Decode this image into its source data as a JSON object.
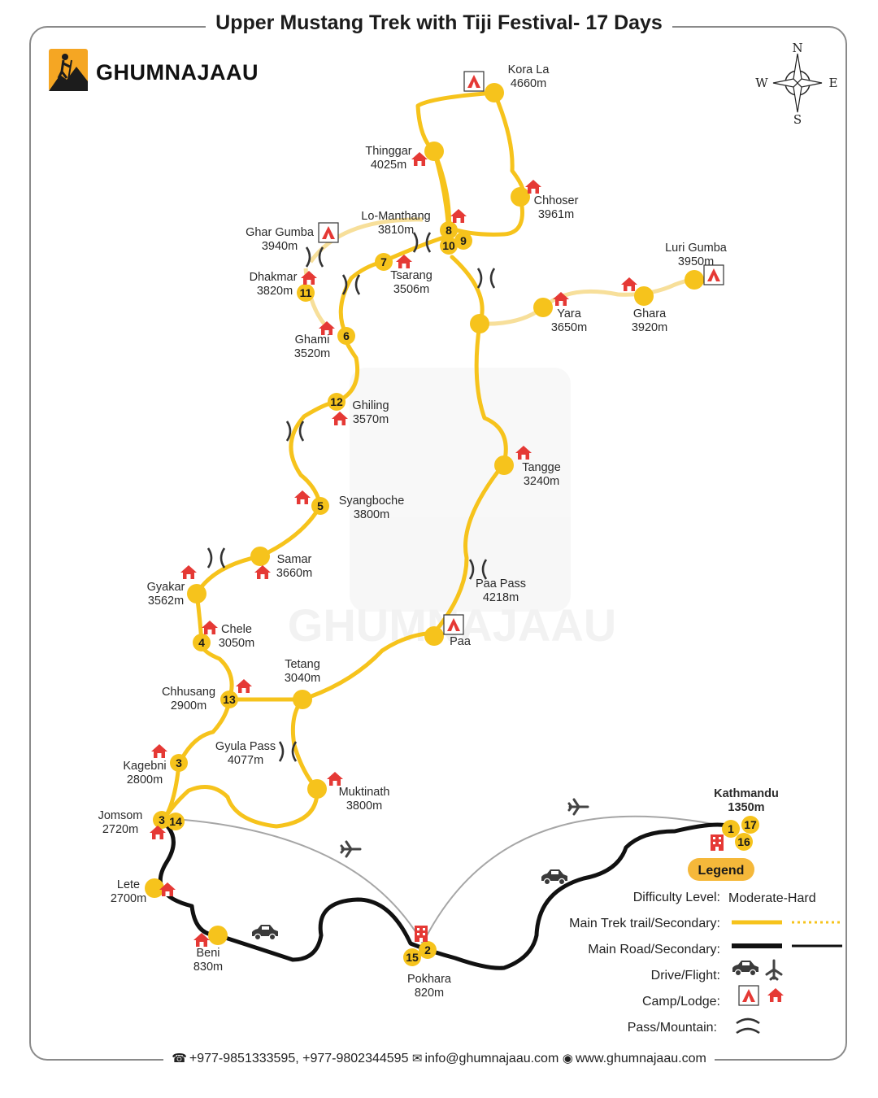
{
  "title": "Upper Mustang Trek with Tiji Festival- 17 Days",
  "brand": {
    "name": "GHUMNAJAAU",
    "watermark": "GHUMNAJAAU"
  },
  "compass": {
    "n": "N",
    "s": "S",
    "e": "E",
    "w": "W"
  },
  "places": {
    "kora_la": {
      "name": "Kora La",
      "alt": "4660m"
    },
    "thinggar": {
      "name": "Thinggar",
      "alt": "4025m"
    },
    "chhoser": {
      "name": "Chhoser",
      "alt": "3961m"
    },
    "lo_manthang": {
      "name": "Lo-Manthang",
      "alt": "3810m"
    },
    "ghar_gumba": {
      "name": "Ghar Gumba",
      "alt": "3940m"
    },
    "dhakmar": {
      "name": "Dhakmar",
      "alt": "3820m"
    },
    "tsarang": {
      "name": "Tsarang",
      "alt": "3506m"
    },
    "luri_gumba": {
      "name": "Luri Gumba",
      "alt": "3950m"
    },
    "yara": {
      "name": "Yara",
      "alt": "3650m"
    },
    "ghara": {
      "name": "Ghara",
      "alt": "3920m"
    },
    "ghami": {
      "name": "Ghami",
      "alt": "3520m"
    },
    "ghiling": {
      "name": "Ghiling",
      "alt": "3570m"
    },
    "tangge": {
      "name": "Tangge",
      "alt": "3240m"
    },
    "syangboche": {
      "name": "Syangboche",
      "alt": "3800m"
    },
    "samar": {
      "name": "Samar",
      "alt": "3660m"
    },
    "gyakar": {
      "name": "Gyakar",
      "alt": "3562m"
    },
    "paa_pass": {
      "name": "Paa Pass",
      "alt": "4218m"
    },
    "chele": {
      "name": "Chele",
      "alt": "3050m"
    },
    "paa": {
      "name": "Paa"
    },
    "tetang": {
      "name": "Tetang",
      "alt": "3040m"
    },
    "chhusang": {
      "name": "Chhusang",
      "alt": "2900m"
    },
    "gyula_pass": {
      "name": "Gyula Pass",
      "alt": "4077m"
    },
    "kagebni": {
      "name": "Kagebni",
      "alt": "2800m"
    },
    "muktinath": {
      "name": "Muktinath",
      "alt": "3800m"
    },
    "jomsom": {
      "name": "Jomsom",
      "alt": "2720m"
    },
    "kathmandu": {
      "name": "Kathmandu",
      "alt": "1350m"
    },
    "lete": {
      "name": "Lete",
      "alt": "2700m"
    },
    "beni": {
      "name": "Beni",
      "alt": "830m"
    },
    "pokhara": {
      "name": "Pokhara",
      "alt": "820m"
    }
  },
  "days": {
    "d1": "1",
    "d2": "2",
    "d3": "3",
    "d3b": "3",
    "d4": "4",
    "d5": "5",
    "d6": "6",
    "d7": "7",
    "d8": "8",
    "d9": "9",
    "d10": "10",
    "d11": "11",
    "d12": "12",
    "d13": "13",
    "d14": "14",
    "d15": "15",
    "d16": "16",
    "d17": "17"
  },
  "legend": {
    "title": "Legend",
    "difficulty_label": "Difficulty Level:",
    "difficulty_value": "Moderate-Hard",
    "trail_label": "Main Trek trail/Secondary:",
    "road_label": "Main Road/Secondary:",
    "transport_label": "Drive/Flight:",
    "stay_label": "Camp/Lodge:",
    "pass_label": "Pass/Mountain:"
  },
  "footer": {
    "phones": "+977-9851333595, +977-9802344595",
    "email": "info@ghumnajaau.com",
    "website": "www.ghumnajaau.com"
  },
  "colors": {
    "trail": "#f6c31c",
    "secondary_trail": "#f7df9a",
    "road": "#111111",
    "lodge": "#e53935",
    "accent": "#f5b83a",
    "flight_arc": "#9a9a9a"
  },
  "icons": [
    "phone-icon",
    "email-icon",
    "globe-icon",
    "car-icon",
    "plane-icon",
    "camp-icon",
    "lodge-icon",
    "pass-icon",
    "hotel-icon",
    "compass-icon"
  ]
}
